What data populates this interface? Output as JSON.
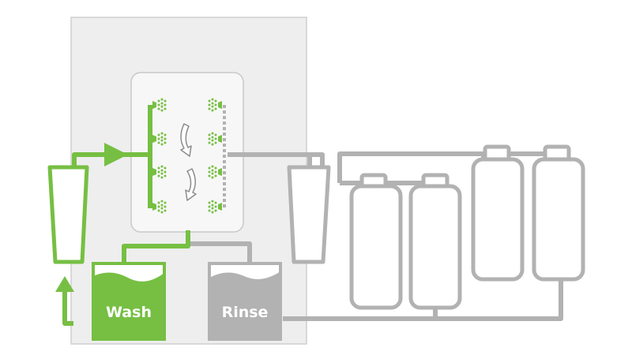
{
  "colors": {
    "active": "#76bf43",
    "inactive": "#b2b2b2",
    "cabinet_fill": "#eeeeee",
    "cabinet_stroke": "#cfcfcf",
    "chamber_fill": "#f7f7f7",
    "chamber_stroke": "#c8c8c8",
    "rotation_arrow": "#8c8c8c"
  },
  "tanks": {
    "wash": {
      "label": "Wash",
      "state": "active"
    },
    "rinse": {
      "label": "Rinse",
      "state": "inactive"
    }
  },
  "icons": {
    "spray": "spray-nozzle-icon",
    "rotation": "rotation-arrows-icon",
    "filter": "filter-cartridge-icon",
    "vessel": "vessel-icon",
    "flow": "flow-arrow-icon"
  }
}
